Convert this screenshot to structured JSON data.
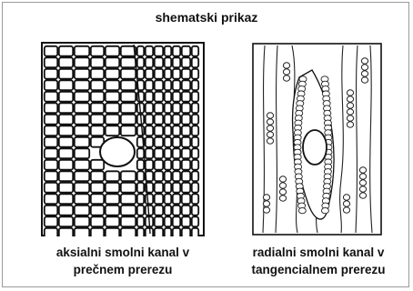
{
  "title": "shematski prikaz",
  "left_figure": {
    "caption_line1": "aksialni smolni kanal v",
    "caption_line2": "prečnem prerezu"
  },
  "right_figure": {
    "caption_line1": "radialni smolni kanal v",
    "caption_line2": "tangencialnem prerezu"
  }
}
